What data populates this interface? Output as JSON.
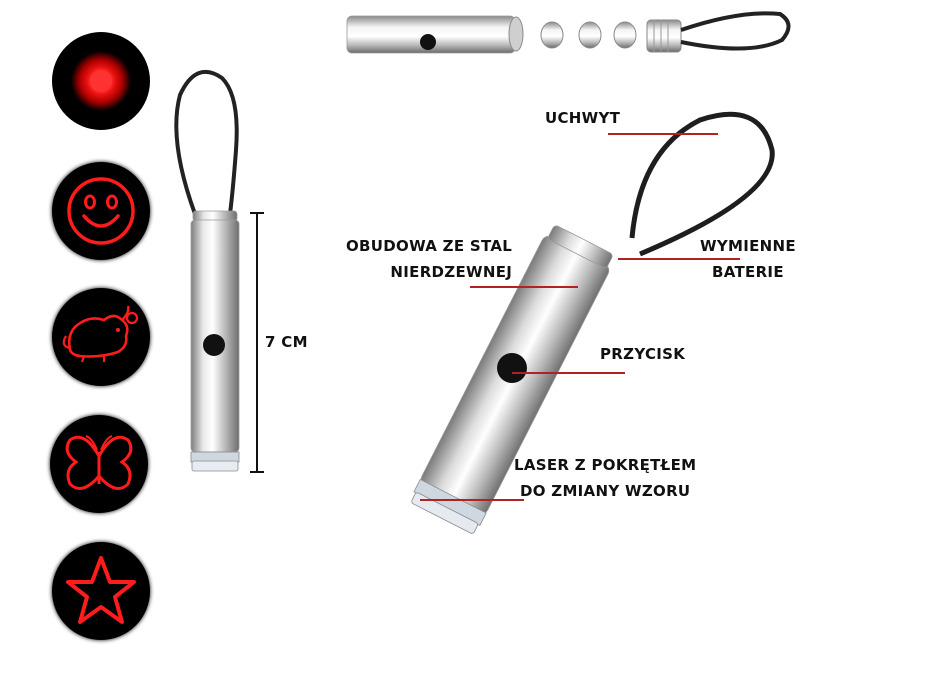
{
  "labels": {
    "handle": "UCHWYT",
    "body_line1": "OBUDOWA ZE STAL",
    "body_line2": "NIERDZEWNEJ",
    "batteries_line1": "WYMIENNE",
    "batteries_line2": "BATERIE",
    "button": "PRZYCISK",
    "laser_line1": "LASER Z POKRĘTŁEM",
    "laser_line2": "DO ZMIANY WZORU",
    "length": "7 CM"
  },
  "patterns": [
    {
      "name": "dot"
    },
    {
      "name": "smiley"
    },
    {
      "name": "mouse"
    },
    {
      "name": "butterfly"
    },
    {
      "name": "star"
    }
  ],
  "colors": {
    "laser_red": "#ff1a1a",
    "circle_bg": "#000000",
    "leader_line": "#b22222",
    "steel_light": "#f2f2f2",
    "steel_dark": "#8a8a8a"
  }
}
